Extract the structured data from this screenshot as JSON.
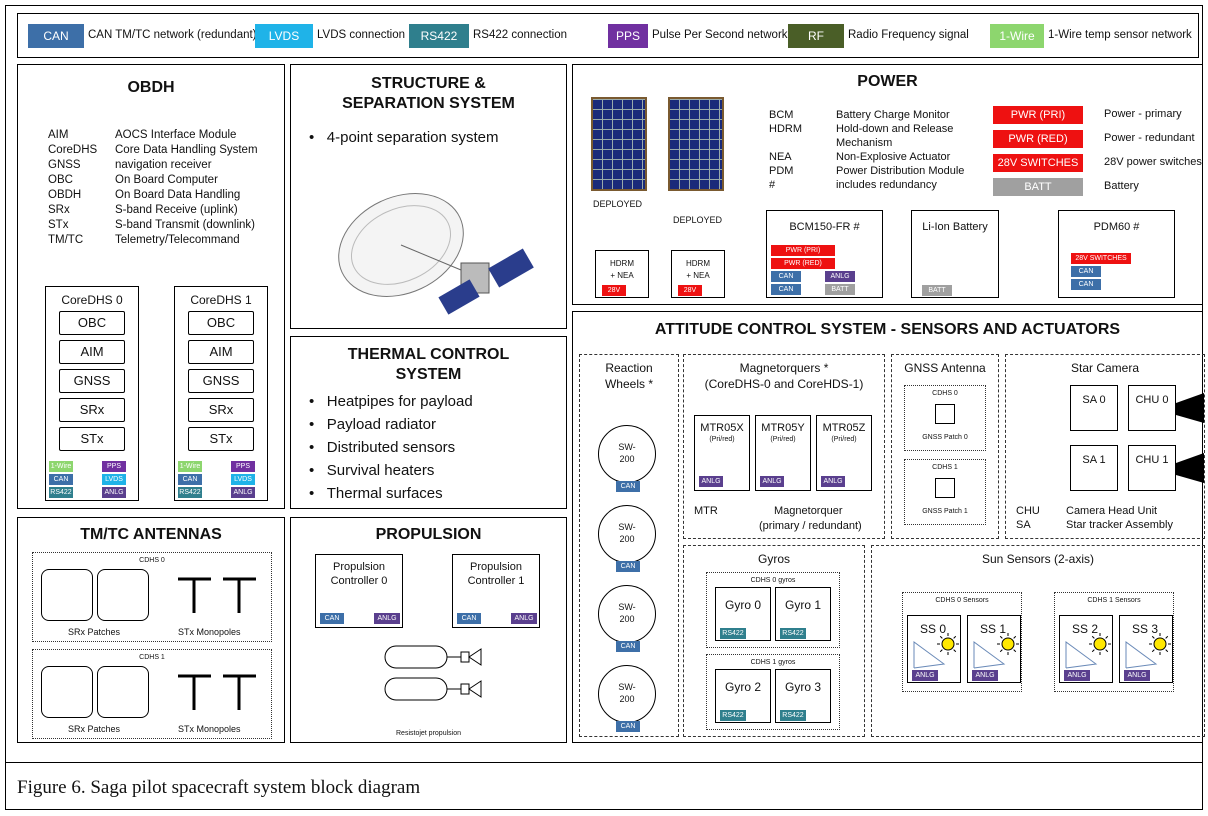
{
  "legend": [
    {
      "tag": "CAN",
      "cls": "can",
      "text": "CAN TM/TC network (redundant)"
    },
    {
      "tag": "LVDS",
      "cls": "lvds",
      "text": "LVDS connection"
    },
    {
      "tag": "RS422",
      "cls": "rs422",
      "text": "RS422 connection"
    },
    {
      "tag": "PPS",
      "cls": "pps",
      "text": "Pulse Per Second network"
    },
    {
      "tag": "RF",
      "cls": "rf",
      "text": "Radio Frequency signal"
    },
    {
      "tag": "1-Wire",
      "cls": "wire",
      "text": "1-Wire temp sensor network"
    }
  ],
  "obdh": {
    "title": "OBDH",
    "abbrevs": [
      [
        "AIM",
        "AOCS Interface Module"
      ],
      [
        "CoreDHS",
        "Core Data Handling System"
      ],
      [
        "GNSS",
        "navigation receiver"
      ],
      [
        "OBC",
        "On Board Computer"
      ],
      [
        "OBDH",
        "On Board Data Handling"
      ],
      [
        "SRx",
        "S-band Receive (uplink)"
      ],
      [
        "STx",
        "S-band Transmit (downlink)"
      ],
      [
        "TM/TC",
        "Telemetry/Telecommand"
      ]
    ],
    "units": [
      {
        "name": "CoreDHS 0"
      },
      {
        "name": "CoreDHS 1"
      }
    ],
    "modules": [
      "OBC",
      "AIM",
      "GNSS",
      "SRx",
      "STx"
    ],
    "tags": {
      "wire": "1-Wire",
      "pps": "PPS",
      "can": "CAN",
      "lvds": "LVDS",
      "rs422": "RS422",
      "anlg": "ANLG"
    }
  },
  "structure": {
    "title1": "STRUCTURE &",
    "title2": "SEPARATION SYSTEM",
    "bullet": "4-point separation system"
  },
  "thermal": {
    "title1": "THERMAL CONTROL",
    "title2": "SYSTEM",
    "bullets": [
      "Heatpipes for payload",
      "Payload radiator",
      "Distributed sensors",
      "Survival heaters",
      "Thermal surfaces"
    ]
  },
  "power": {
    "title": "POWER",
    "deployed": "DEPLOYED",
    "abbrevs": [
      [
        "BCM",
        "Battery Charge Monitor"
      ],
      [
        "HDRM",
        "Hold-down and Release"
      ],
      [
        "",
        "Mechanism"
      ],
      [
        "NEA",
        "Non-Explosive Actuator"
      ],
      [
        "PDM",
        "Power Distribution Module"
      ],
      [
        "#",
        "includes redundancy"
      ]
    ],
    "keys": [
      {
        "tag": "PWR (PRI)",
        "cls": "pwr",
        "text": "Power - primary"
      },
      {
        "tag": "PWR (RED)",
        "cls": "pwr",
        "text": "Power - redundant"
      },
      {
        "tag": "28V SWITCHES",
        "cls": "pwr",
        "text": "28V power switches"
      },
      {
        "tag": "BATT",
        "cls": "batt",
        "text": "Battery"
      }
    ],
    "hdrm": "HDRM",
    "nea": "+ NEA",
    "v28": "28V",
    "bcm": "BCM150-FR #",
    "battery": "Li-Ion Battery",
    "pdm": "PDM60 #",
    "pwrpri": "PWR (PRI)",
    "pwrred": "PWR (RED)",
    "can": "CAN",
    "anlg": "ANLG",
    "batt": "BATT",
    "sw28": "28V SWITCHES"
  },
  "tmtc": {
    "title": "TM/TC ANTENNAS",
    "groups": [
      "CDHS 0",
      "CDHS 1"
    ],
    "srx": "SRx Patches",
    "stx": "STx Monopoles"
  },
  "propulsion": {
    "title": "PROPULSION",
    "c0": "Propulsion",
    "c0b": "Controller 0",
    "c1": "Propulsion",
    "c1b": "Controller 1",
    "can": "CAN",
    "anlg": "ANLG",
    "caption": "Resistojet propulsion"
  },
  "acs": {
    "title": "ATTITUDE CONTROL SYSTEM - SENSORS AND ACTUATORS",
    "rw": {
      "title1": "Reaction",
      "title2": "Wheels *",
      "sw": "SW-",
      "sw2": "200",
      "can": "CAN"
    },
    "mtq": {
      "title1": "Magnetorquers *",
      "title2": "(CoreDHS-0 and CoreHDS-1)",
      "units": [
        "MTR05X",
        "MTR05Y",
        "MTR05Z"
      ],
      "sub": "(Pri/red)",
      "anlg": "ANLG",
      "mtr": "MTR",
      "desc1": "Magnetorquer",
      "desc2": "(primary / redundant)"
    },
    "gnss": {
      "title": "GNSS Antenna",
      "c0": "CDHS 0",
      "p0": "GNSS Patch 0",
      "c1": "CDHS 1",
      "p1": "GNSS Patch 1"
    },
    "star": {
      "title": "Star Camera",
      "sa0": "SA 0",
      "chu0": "CHU 0",
      "sa1": "SA 1",
      "chu1": "CHU 1",
      "chu": "CHU",
      "chud": "Camera Head Unit",
      "sa": "SA",
      "sad": "Star tracker Assembly"
    },
    "gyros": {
      "title": "Gyros",
      "g0": "CDHS 0 gyros",
      "g1": "CDHS 1 gyros",
      "names": [
        "Gyro 0",
        "Gyro 1",
        "Gyro 2",
        "Gyro 3"
      ],
      "rs422": "RS422"
    },
    "sun": {
      "title": "Sun Sensors (2-axis)",
      "g0": "CDHS 0 Sensors",
      "g1": "CDHS 1 Sensors",
      "names": [
        "SS 0",
        "SS 1",
        "SS 2",
        "SS 3"
      ],
      "anlg": "ANLG"
    }
  },
  "caption": "Figure 6. Saga pilot spacecraft system block diagram"
}
